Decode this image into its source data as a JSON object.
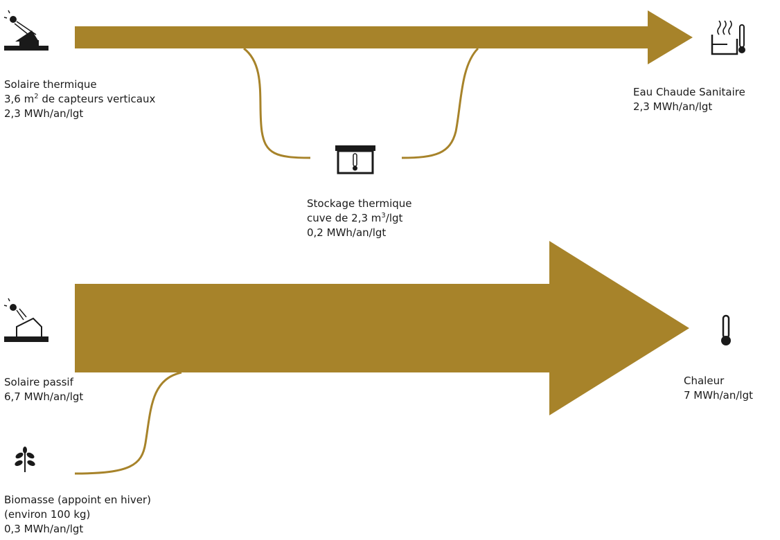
{
  "colors": {
    "flow": "#a7832a",
    "ink": "#1a1a1a"
  },
  "sources": {
    "solaire_thermique": {
      "icon": "solar-collector-icon",
      "line1": "Solaire thermique",
      "line2_prefix": "3,6 m",
      "line2_sup": "2",
      "line2_suffix": " de capteurs verticaux",
      "line3": "2,3 MWh/an/lgt"
    },
    "solaire_passif": {
      "icon": "passive-solar-icon",
      "line1": "Solaire passif",
      "line2": "6,7 MWh/an/lgt"
    },
    "biomasse": {
      "icon": "plant-icon",
      "line1": "Biomasse (appoint en hiver)",
      "line2": "(environ 100 kg)",
      "line3": "0,3 MWh/an/lgt"
    }
  },
  "storage": {
    "icon": "storage-tank-icon",
    "line1": "Stockage thermique",
    "line2_prefix": "cuve de 2,3 m",
    "line2_sup": "3",
    "line2_suffix": "/lgt",
    "line3": "0,2 MWh/an/lgt"
  },
  "outputs": {
    "eau_chaude": {
      "icon": "hot-water-icon",
      "line1": "Eau Chaude Sanitaire",
      "line2": "2,3 MWh/an/lgt"
    },
    "chaleur": {
      "icon": "thermometer-icon",
      "line1": "Chaleur",
      "line2": "7 MWh/an/lgt"
    }
  }
}
